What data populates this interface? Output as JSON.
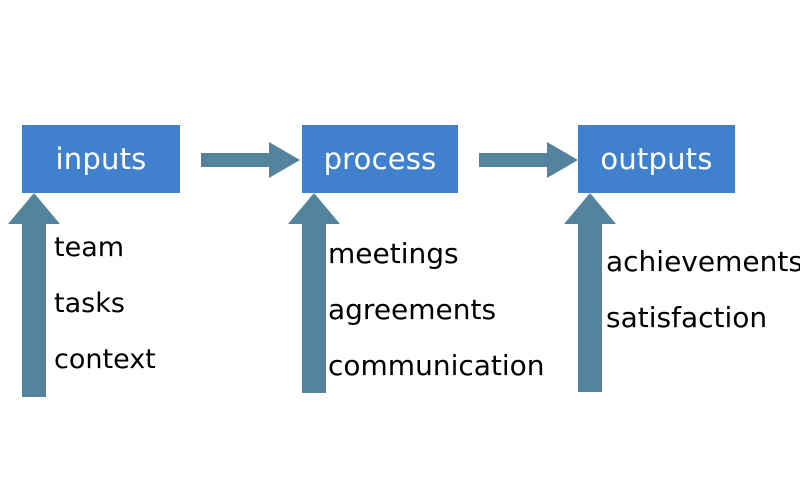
{
  "diagram": {
    "type": "process-flow",
    "title": "inputs process outputs flow",
    "colors": {
      "box_fill": "#4180CD",
      "box_text": "#FFFFFF",
      "arrow_fill": "#54839D",
      "label_text": "#000000",
      "background": "#FFFFFF"
    },
    "stages": [
      {
        "id": "inputs",
        "label": "inputs",
        "details": [
          "team",
          "tasks",
          "context"
        ]
      },
      {
        "id": "process",
        "label": "process",
        "details": [
          "meetings",
          "agreements",
          "communication"
        ]
      },
      {
        "id": "outputs",
        "label": "outputs",
        "details": [
          "achievements",
          "satisfaction"
        ]
      }
    ],
    "connectors": [
      {
        "id": "inputs-to-process",
        "from": "inputs",
        "to": "process",
        "direction": "right"
      },
      {
        "id": "process-to-outputs",
        "from": "process",
        "to": "outputs",
        "direction": "right"
      }
    ],
    "feeders": [
      {
        "id": "feeder-inputs",
        "target": "inputs",
        "direction": "up"
      },
      {
        "id": "feeder-process",
        "target": "process",
        "direction": "up"
      },
      {
        "id": "feeder-outputs",
        "target": "outputs",
        "direction": "up"
      }
    ]
  }
}
